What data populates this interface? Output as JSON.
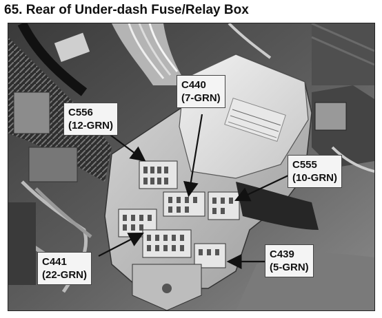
{
  "page": {
    "title": "65. Rear of Under-dash Fuse/Relay Box"
  },
  "callouts": [
    {
      "id": "c556",
      "code": "C556",
      "spec": "(12-GRN)"
    },
    {
      "id": "c440",
      "code": "C440",
      "spec": "(7-GRN)"
    },
    {
      "id": "c555",
      "code": "C555",
      "spec": "(10-GRN)"
    },
    {
      "id": "c441",
      "code": "C441",
      "spec": "(22-GRN)"
    },
    {
      "id": "c439",
      "code": "C439",
      "spec": "(5-GRN)"
    }
  ]
}
